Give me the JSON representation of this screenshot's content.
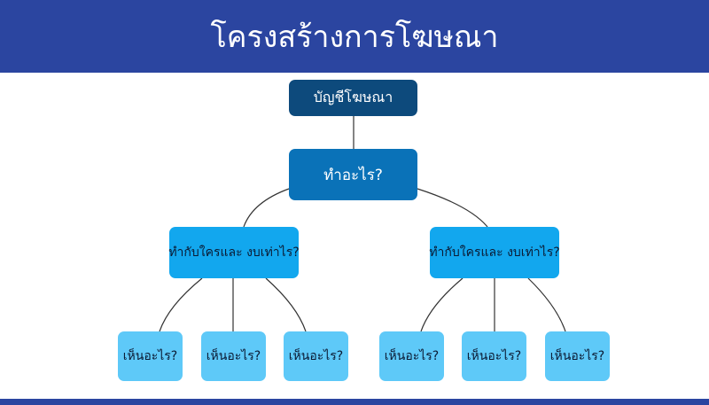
{
  "title": "โครงสร้างการโฆษณา",
  "root": "บัญชีโฆษณา",
  "level1": "ทำอะไร?",
  "level2": [
    "ทำกับใครและ งบเท่าไร?",
    "ทำกับใครและ งบเท่าไร?"
  ],
  "leaves": [
    "เห็นอะไร?",
    "เห็นอะไร?",
    "เห็นอะไร?",
    "เห็นอะไร?",
    "เห็นอะไร?",
    "เห็นอะไร?"
  ],
  "colors": {
    "header": "#2b45a0",
    "root": "#0d4a7c",
    "level1": "#0a72b8",
    "level2": "#12a7ee",
    "leaf": "#5ec9f8"
  }
}
